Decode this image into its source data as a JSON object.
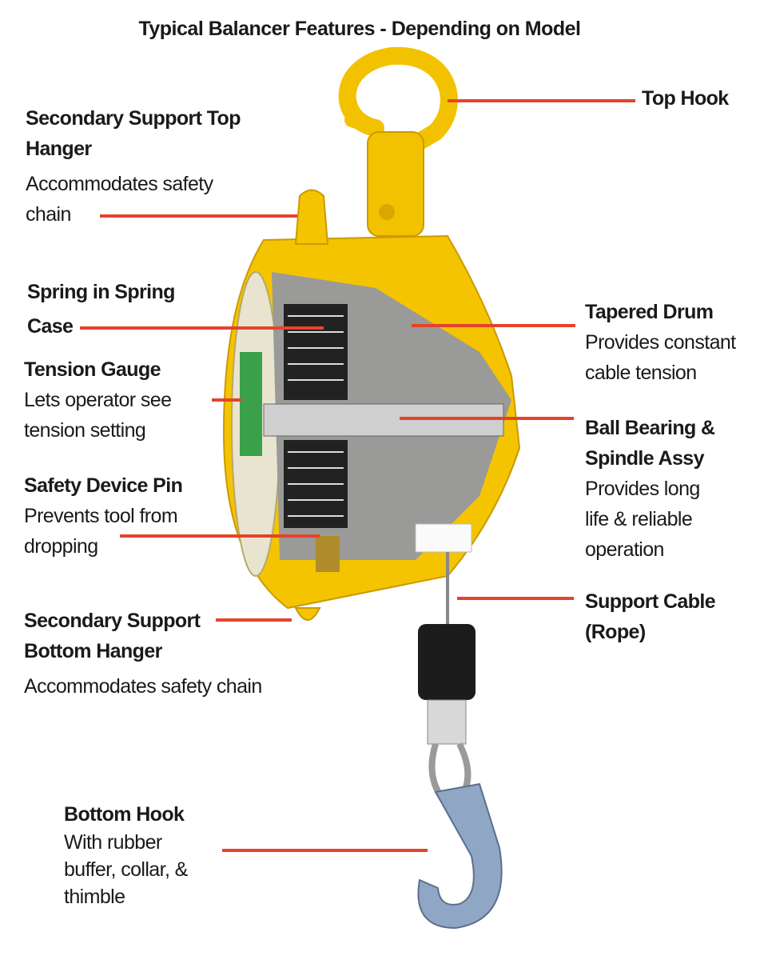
{
  "title": "Typical Balancer Features - Depending on Model",
  "colors": {
    "leader_line": "#e4432b",
    "body": "#f5c400"
  },
  "labels": {
    "top_hook": {
      "name": "Top Hook"
    },
    "secondary_top": {
      "name1": "Secondary Support Top",
      "name2": "Hanger",
      "desc1": "Accommodates safety",
      "desc2": "chain"
    },
    "spring": {
      "name1": "Spring in Spring",
      "name2": "Case"
    },
    "tension": {
      "name": "Tension Gauge",
      "desc1": "Lets operator see",
      "desc2": "tension setting"
    },
    "safety_pin": {
      "name": "Safety Device Pin",
      "desc1": "Prevents tool from",
      "desc2": "dropping"
    },
    "secondary_bottom": {
      "name1": "Secondary Support",
      "name2": "Bottom Hanger",
      "desc": "Accommodates safety chain"
    },
    "bottom_hook": {
      "name": "Bottom Hook",
      "desc1": "With rubber",
      "desc2": "buffer, collar, &",
      "desc3": "thimble"
    },
    "tapered_drum": {
      "name": "Tapered Drum",
      "desc1": "Provides constant",
      "desc2": "cable tension"
    },
    "ball_bearing": {
      "name1": "Ball Bearing &",
      "name2": "Spindle Assy",
      "desc1": "Provides long",
      "desc2": "life & reliable",
      "desc3": "operation"
    },
    "support_cable": {
      "name1": "Support Cable",
      "name2": "(Rope)"
    }
  }
}
